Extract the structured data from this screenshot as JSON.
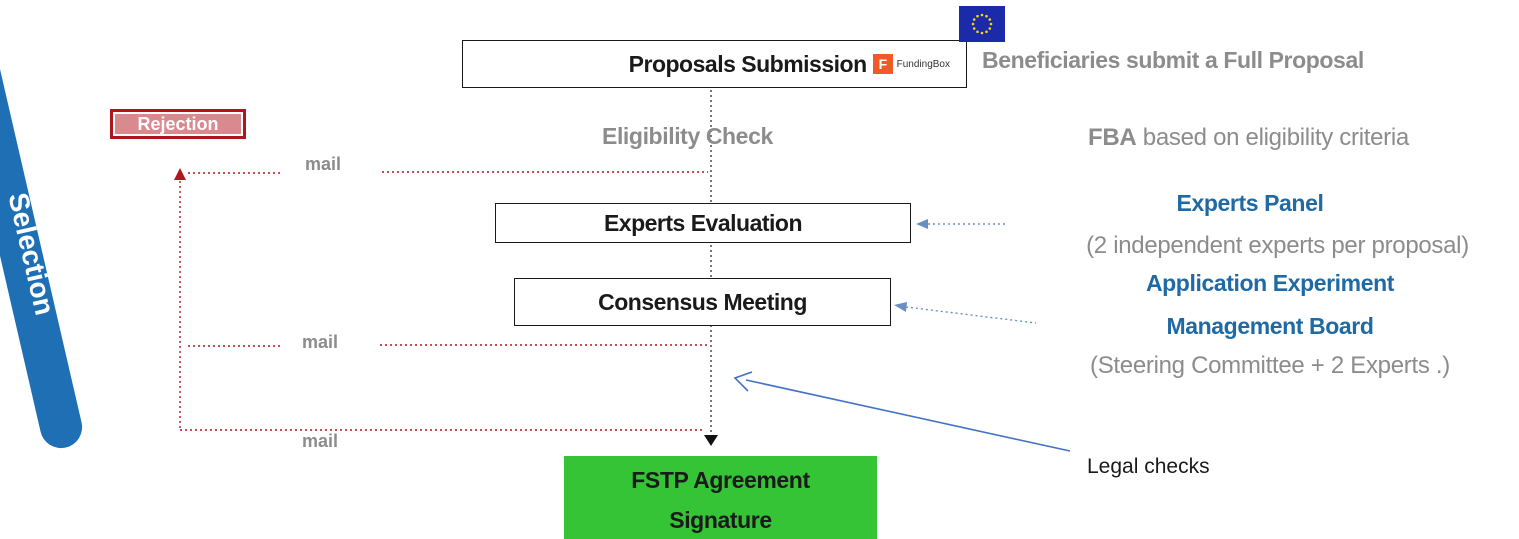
{
  "selection_label": "Selection",
  "rejection_label": "Rejection",
  "steps": {
    "proposals": "Proposals Submission",
    "fundingbox_logo_letter": "F",
    "fundingbox_logo_text": "FundingBox",
    "eligibility": "Eligibility Check",
    "experts_eval": "Experts Evaluation",
    "consensus": "Consensus Meeting",
    "fstp_line1": "FSTP Agreement",
    "fstp_line2": "Signature"
  },
  "mail_labels": [
    "mail",
    "mail",
    "mail"
  ],
  "right": {
    "beneficiaries": "Beneficiaries submit a Full Proposal",
    "fba_bold": "FBA",
    "fba_rest": " based on eligibility  criteria",
    "experts_panel": "Experts Panel",
    "experts_panel_note": "(2 independent experts per proposal)",
    "board_line1": "Application Experiment",
    "board_line2": "Management Board",
    "board_note": "(Steering Committee + 2 Experts .)"
  },
  "legal_checks": "Legal checks",
  "colors": {
    "selection_bar": "#1f6fb5",
    "rejection_fill": "#d98a8f",
    "rejection_border": "#b0161e",
    "fstp_fill": "#35c435",
    "blue_text": "#1f6aa5",
    "grey_text": "#8c8c8c",
    "fundingbox_orange": "#f05a28",
    "eu_flag": "#1a2aa8",
    "eu_star": "#ffd700",
    "arrow_blue": "#4472c4"
  }
}
